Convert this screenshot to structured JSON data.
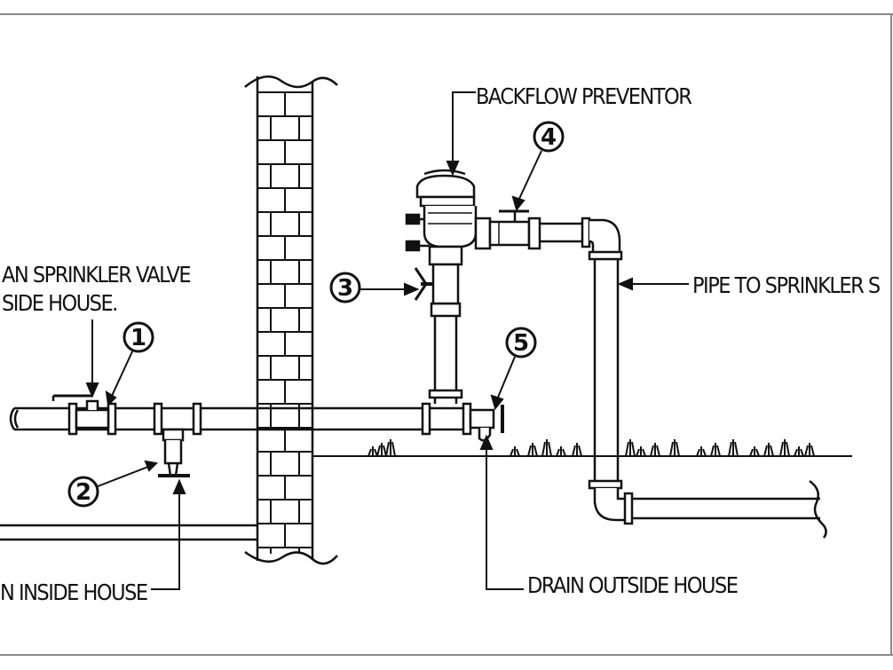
{
  "labels": {
    "backflow": "BACKFLOW PREVENTOR",
    "drain_valve_line1": "AN SPRINKLER VALVE",
    "drain_valve_line2": "SIDE HOUSE.",
    "pipe_to_sprinkler": "PIPE TO SPRINKLER S",
    "drain_inside": "N INSIDE HOUSE",
    "drain_outside": "DRAIN OUTSIDE HOUSE"
  },
  "callouts": [
    "1",
    "2",
    "3",
    "4",
    "5"
  ],
  "colors": {
    "line": "#111111",
    "background": "#ffffff",
    "frame": "#888888"
  }
}
